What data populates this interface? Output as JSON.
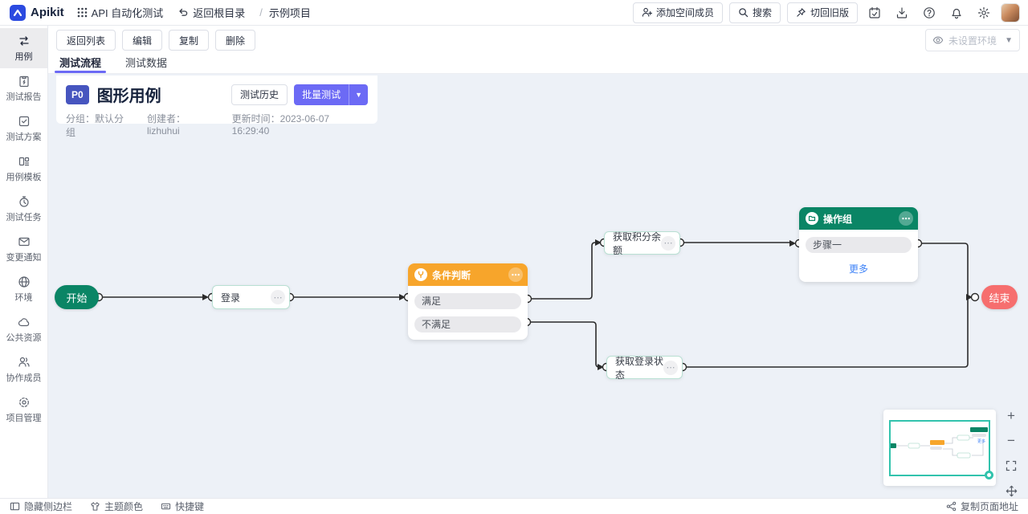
{
  "topnav": {
    "brand": "Apikit",
    "app_menu": "API 自动化测试",
    "back_root": "返回根目录",
    "crumb_sep": "/",
    "project": "示例项目",
    "add_member": "添加空间成员",
    "search": "搜索",
    "switch_old": "切回旧版"
  },
  "sidebar": {
    "items": [
      {
        "id": "case",
        "label": "用例"
      },
      {
        "id": "report",
        "label": "测试报告"
      },
      {
        "id": "plan",
        "label": "测试方案"
      },
      {
        "id": "template",
        "label": "用例模板"
      },
      {
        "id": "task",
        "label": "测试任务"
      },
      {
        "id": "notify",
        "label": "变更通知"
      },
      {
        "id": "env",
        "label": "环境"
      },
      {
        "id": "resource",
        "label": "公共资源"
      },
      {
        "id": "member",
        "label": "协作成员"
      },
      {
        "id": "manage",
        "label": "项目管理"
      }
    ]
  },
  "toolbar": {
    "back_list": "返回列表",
    "edit": "编辑",
    "copy": "复制",
    "delete": "删除",
    "env_placeholder": "未设置环境"
  },
  "tabs": {
    "flow": "测试流程",
    "data": "测试数据"
  },
  "case_card": {
    "priority": "P0",
    "title": "图形用例",
    "history": "测试历史",
    "batch_test": "批量测试",
    "group_label": "分组：",
    "group": "默认分组",
    "creator_label": "创建者：",
    "creator": "lizhuhui",
    "updated_label": "更新时间：",
    "updated": "2023-06-07 16:29:40"
  },
  "flow": {
    "start": "开始",
    "login": "登录",
    "condition": "条件判断",
    "branch_true": "满足",
    "branch_false": "不满足",
    "get_points": "获取积分余额",
    "group_node": "操作组",
    "step_one": "步骤一",
    "more": "更多",
    "get_login_status": "获取登录状态",
    "end": "结束",
    "more_dots": "⋯"
  },
  "zoombar": {
    "zoom_in": "+",
    "zoom_out": "−",
    "auto_layout": "A"
  },
  "statusbar": {
    "hide_sidebar": "隐藏侧边栏",
    "theme_color": "主题颜色",
    "shortcuts": "快捷键",
    "copy_url": "复制页面地址"
  },
  "colors": {
    "brand_blue": "#2b4ae0",
    "node_green": "#0a8565",
    "node_orange": "#f7a52b",
    "node_red": "#f66e6e",
    "accent_purple": "#6c6af5",
    "priority_badge": "#4655bf",
    "minimap_teal": "#32c3ad",
    "canvas_bg": "#edf1f7",
    "link_blue": "#3f83f7"
  }
}
